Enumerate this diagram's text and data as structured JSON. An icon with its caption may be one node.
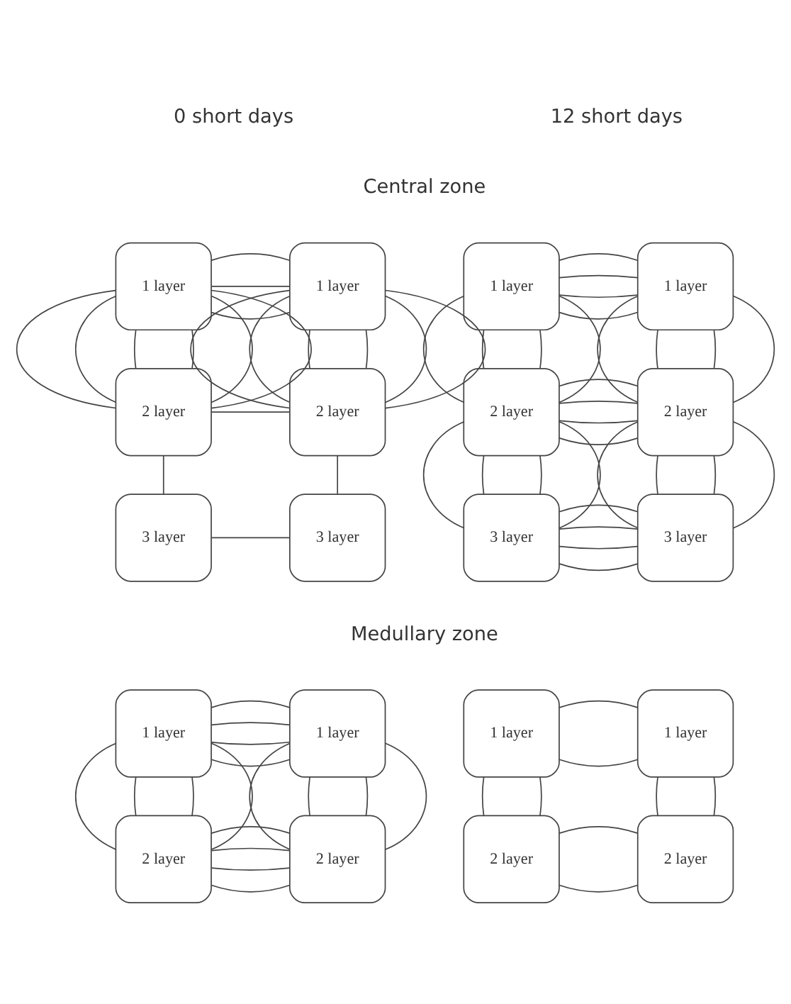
{
  "diagram": {
    "nodes": [
      {
        "text": [
          "1 layer"
        ]
      },
      {
        "text": [
          "1 layer"
        ]
      },
      {
        "text": [
          "1 layer"
        ]
      },
      {
        "text": [
          "1 layer"
        ]
      },
      {
        "text": [
          "2 layer"
        ]
      },
      {
        "text": [
          "2 layer"
        ]
      },
      {
        "text": [
          "2 layer"
        ]
      },
      {
        "text": [
          "2 layer"
        ]
      },
      {
        "text": [
          "3 layer"
        ]
      },
      {
        "text": [
          "3 layer"
        ]
      },
      {
        "text": [
          "3 layer"
        ]
      },
      {
        "text": [
          "3 layer"
        ]
      },
      {
        "text": [
          "1 layer"
        ]
      },
      {
        "text": [
          "1 layer"
        ]
      },
      {
        "text": [
          "1 layer"
        ]
      },
      {
        "text": [
          "1 layer"
        ]
      },
      {
        "text": [
          "2 layer"
        ]
      },
      {
        "text": [
          "2 layer"
        ]
      },
      {
        "text": [
          "2 layer"
        ]
      },
      {
        "text": [
          "2 layer"
        ]
      }
    ],
    "edges": [
      {
        "from": 0,
        "to": 1,
        "arrow": "none"
      },
      {
        "from": 0,
        "to": 1,
        "arrow": "none"
      },
      {
        "from": 0,
        "to": 1,
        "arrow": "none"
      },
      {
        "from": 0,
        "to": 4,
        "arrow": "none"
      },
      {
        "from": 0,
        "to": 4,
        "arrow": "none"
      },
      {
        "from": 0,
        "to": 4,
        "arrow": "none"
      },
      {
        "from": 0,
        "to": 4,
        "arrow": "none"
      },
      {
        "from": 0,
        "to": 4,
        "arrow": "none"
      },
      {
        "from": 0,
        "to": 4,
        "arrow": "none"
      },
      {
        "from": 1,
        "to": 5,
        "arrow": "none"
      },
      {
        "from": 1,
        "to": 5,
        "arrow": "none"
      },
      {
        "from": 1,
        "to": 5,
        "arrow": "none"
      },
      {
        "from": 1,
        "to": 5,
        "arrow": "none"
      },
      {
        "from": 1,
        "to": 5,
        "arrow": "none"
      },
      {
        "from": 1,
        "to": 5,
        "arrow": "none"
      },
      {
        "from": 4,
        "to": 5,
        "arrow": "none"
      },
      {
        "from": 4,
        "to": 8,
        "arrow": "none"
      },
      {
        "from": 5,
        "to": 9,
        "arrow": "none"
      },
      {
        "from": 8,
        "to": 9,
        "arrow": "none"
      },
      {
        "from": 2,
        "to": 3,
        "arrow": "none"
      },
      {
        "from": 2,
        "to": 3,
        "arrow": "none"
      },
      {
        "from": 2,
        "to": 3,
        "arrow": "none"
      },
      {
        "from": 2,
        "to": 3,
        "arrow": "none"
      },
      {
        "from": 2,
        "to": 6,
        "arrow": "none"
      },
      {
        "from": 2,
        "to": 6,
        "arrow": "none"
      },
      {
        "from": 2,
        "to": 6,
        "arrow": "none"
      },
      {
        "from": 2,
        "to": 6,
        "arrow": "none"
      },
      {
        "from": 3,
        "to": 7,
        "arrow": "none"
      },
      {
        "from": 3,
        "to": 7,
        "arrow": "none"
      },
      {
        "from": 3,
        "to": 7,
        "arrow": "none"
      },
      {
        "from": 3,
        "to": 7,
        "arrow": "none"
      },
      {
        "from": 6,
        "to": 7,
        "arrow": "none"
      },
      {
        "from": 6,
        "to": 7,
        "arrow": "none"
      },
      {
        "from": 6,
        "to": 7,
        "arrow": "none"
      },
      {
        "from": 6,
        "to": 7,
        "arrow": "none"
      },
      {
        "from": 6,
        "to": 10,
        "arrow": "none"
      },
      {
        "from": 6,
        "to": 10,
        "arrow": "none"
      },
      {
        "from": 6,
        "to": 10,
        "arrow": "none"
      },
      {
        "from": 6,
        "to": 10,
        "arrow": "none"
      },
      {
        "from": 7,
        "to": 11,
        "arrow": "none"
      },
      {
        "from": 7,
        "to": 11,
        "arrow": "none"
      },
      {
        "from": 7,
        "to": 11,
        "arrow": "none"
      },
      {
        "from": 7,
        "to": 11,
        "arrow": "none"
      },
      {
        "from": 10,
        "to": 11,
        "arrow": "none"
      },
      {
        "from": 10,
        "to": 11,
        "arrow": "none"
      },
      {
        "from": 10,
        "to": 11,
        "arrow": "none"
      },
      {
        "from": 10,
        "to": 11,
        "arrow": "none"
      },
      {
        "from": 12,
        "to": 13,
        "arrow": "none"
      },
      {
        "from": 12,
        "to": 13,
        "arrow": "none"
      },
      {
        "from": 12,
        "to": 13,
        "arrow": "none"
      },
      {
        "from": 12,
        "to": 13,
        "arrow": "none"
      },
      {
        "from": 12,
        "to": 16,
        "arrow": "none"
      },
      {
        "from": 12,
        "to": 16,
        "arrow": "none"
      },
      {
        "from": 12,
        "to": 16,
        "arrow": "none"
      },
      {
        "from": 12,
        "to": 16,
        "arrow": "none"
      },
      {
        "from": 13,
        "to": 17,
        "arrow": "none"
      },
      {
        "from": 13,
        "to": 17,
        "arrow": "none"
      },
      {
        "from": 13,
        "to": 17,
        "arrow": "none"
      },
      {
        "from": 13,
        "to": 17,
        "arrow": "none"
      },
      {
        "from": 16,
        "to": 17,
        "arrow": "none"
      },
      {
        "from": 16,
        "to": 17,
        "arrow": "none"
      },
      {
        "from": 16,
        "to": 17,
        "arrow": "none"
      },
      {
        "from": 16,
        "to": 17,
        "arrow": "none"
      },
      {
        "from": 14,
        "to": 15,
        "arrow": "none"
      },
      {
        "from": 14,
        "to": 15,
        "arrow": "none"
      },
      {
        "from": 14,
        "to": 18,
        "arrow": "none"
      },
      {
        "from": 14,
        "to": 18,
        "arrow": "none"
      },
      {
        "from": 15,
        "to": 19,
        "arrow": "none"
      },
      {
        "from": 15,
        "to": 19,
        "arrow": "none"
      },
      {
        "from": 18,
        "to": 19,
        "arrow": "none"
      },
      {
        "from": 18,
        "to": 19,
        "arrow": "none"
      }
    ],
    "labels": [
      "0 short days",
      "12 short days",
      "Central zone",
      "Medullary zone"
    ]
  }
}
